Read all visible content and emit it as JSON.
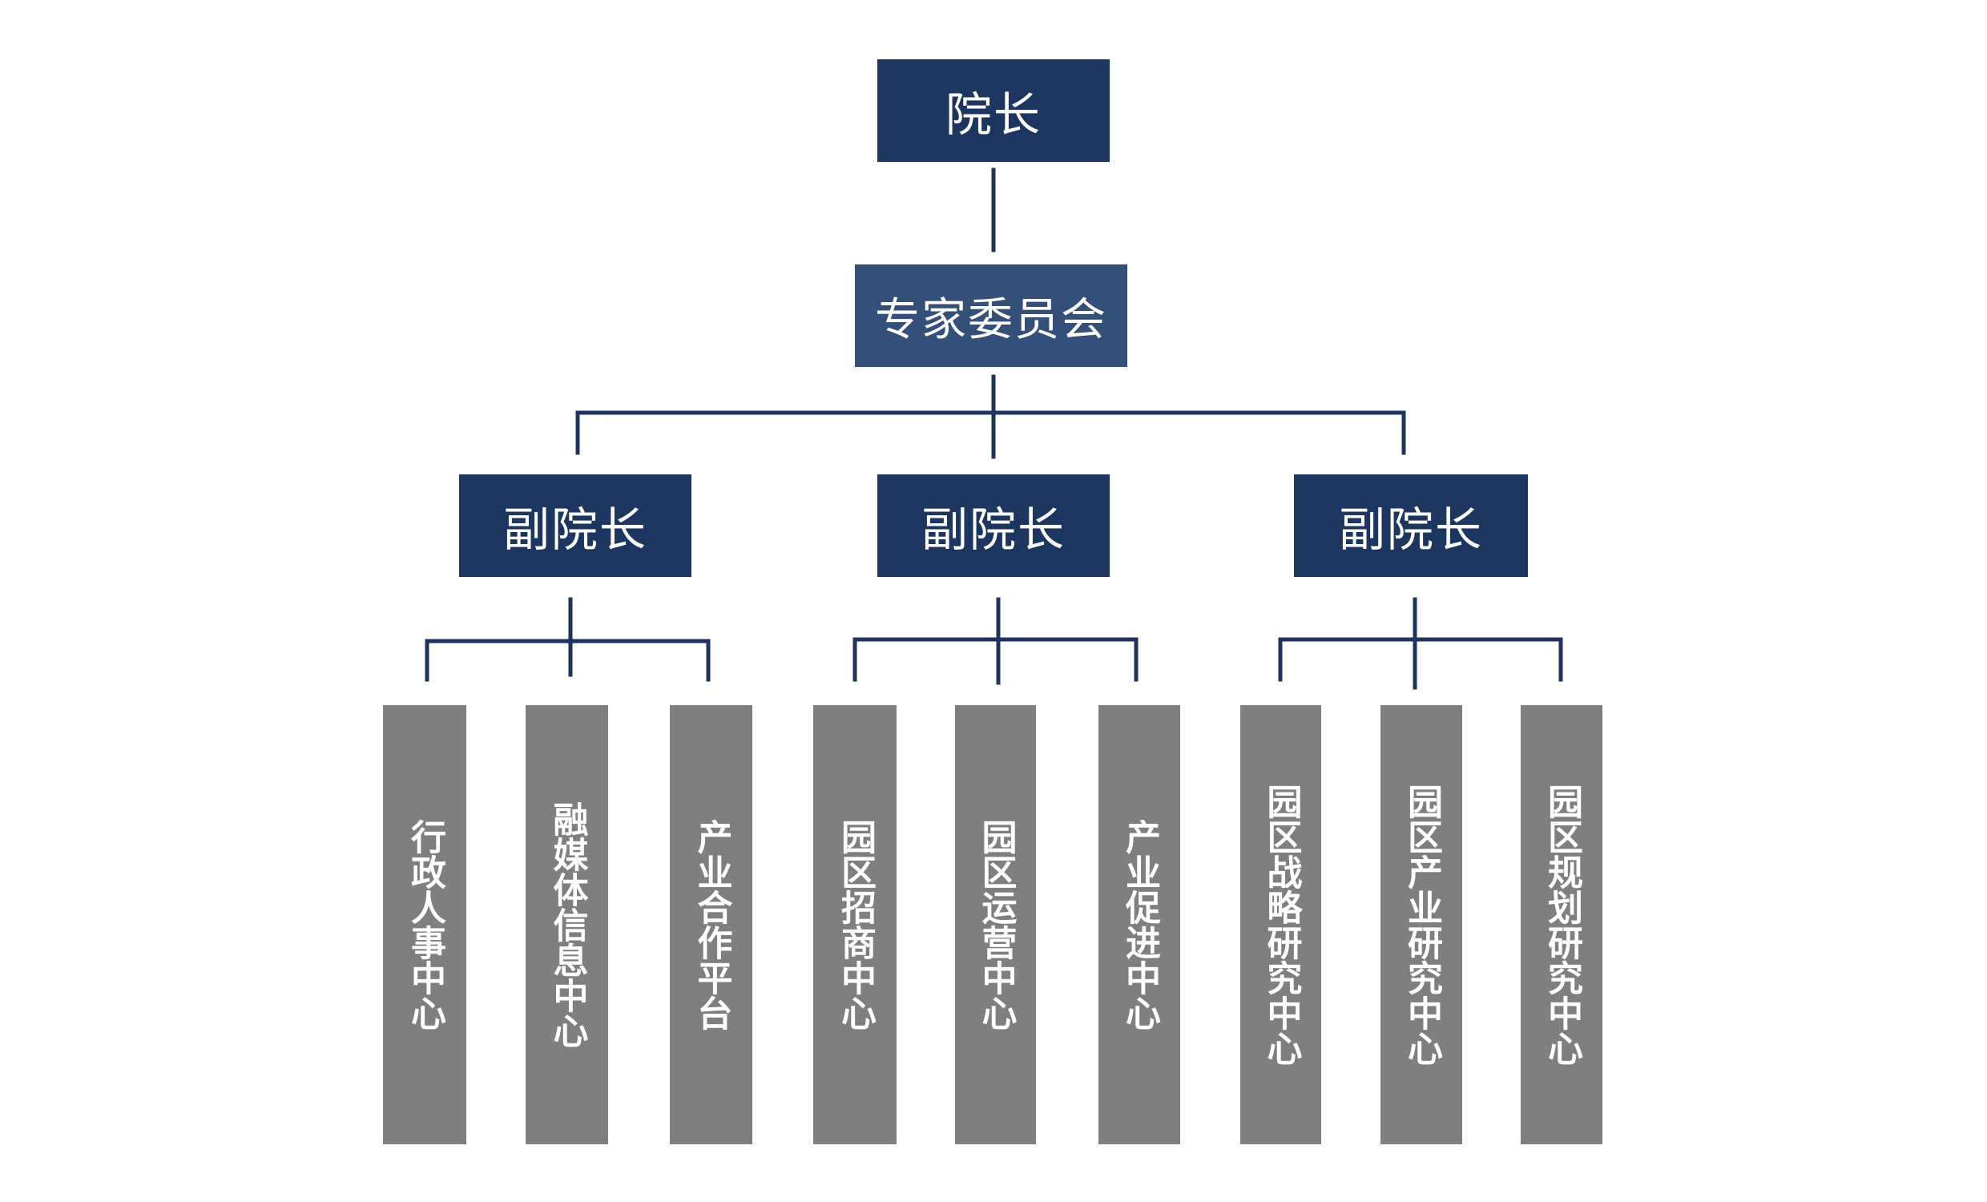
{
  "colors": {
    "primary": "#1c365f",
    "committee": "#344f78",
    "center": "#7f7f7f",
    "connector": "#1d3461",
    "text": "#ffffff"
  },
  "org": {
    "president": {
      "label": "院长"
    },
    "committee": {
      "label": "专家委员会"
    },
    "vice_presidents": [
      {
        "label": "副院长",
        "centers": [
          {
            "label": "行政人事中心"
          },
          {
            "label": "融媒体信息中心"
          },
          {
            "label": "产业合作平台"
          }
        ]
      },
      {
        "label": "副院长",
        "centers": [
          {
            "label": "园区招商中心"
          },
          {
            "label": "园区运营中心"
          },
          {
            "label": "产业促进中心"
          }
        ]
      },
      {
        "label": "副院长",
        "centers": [
          {
            "label": "园区战略研究中心"
          },
          {
            "label": "园区产业研究中心"
          },
          {
            "label": "园区规划研究中心"
          }
        ]
      }
    ]
  }
}
